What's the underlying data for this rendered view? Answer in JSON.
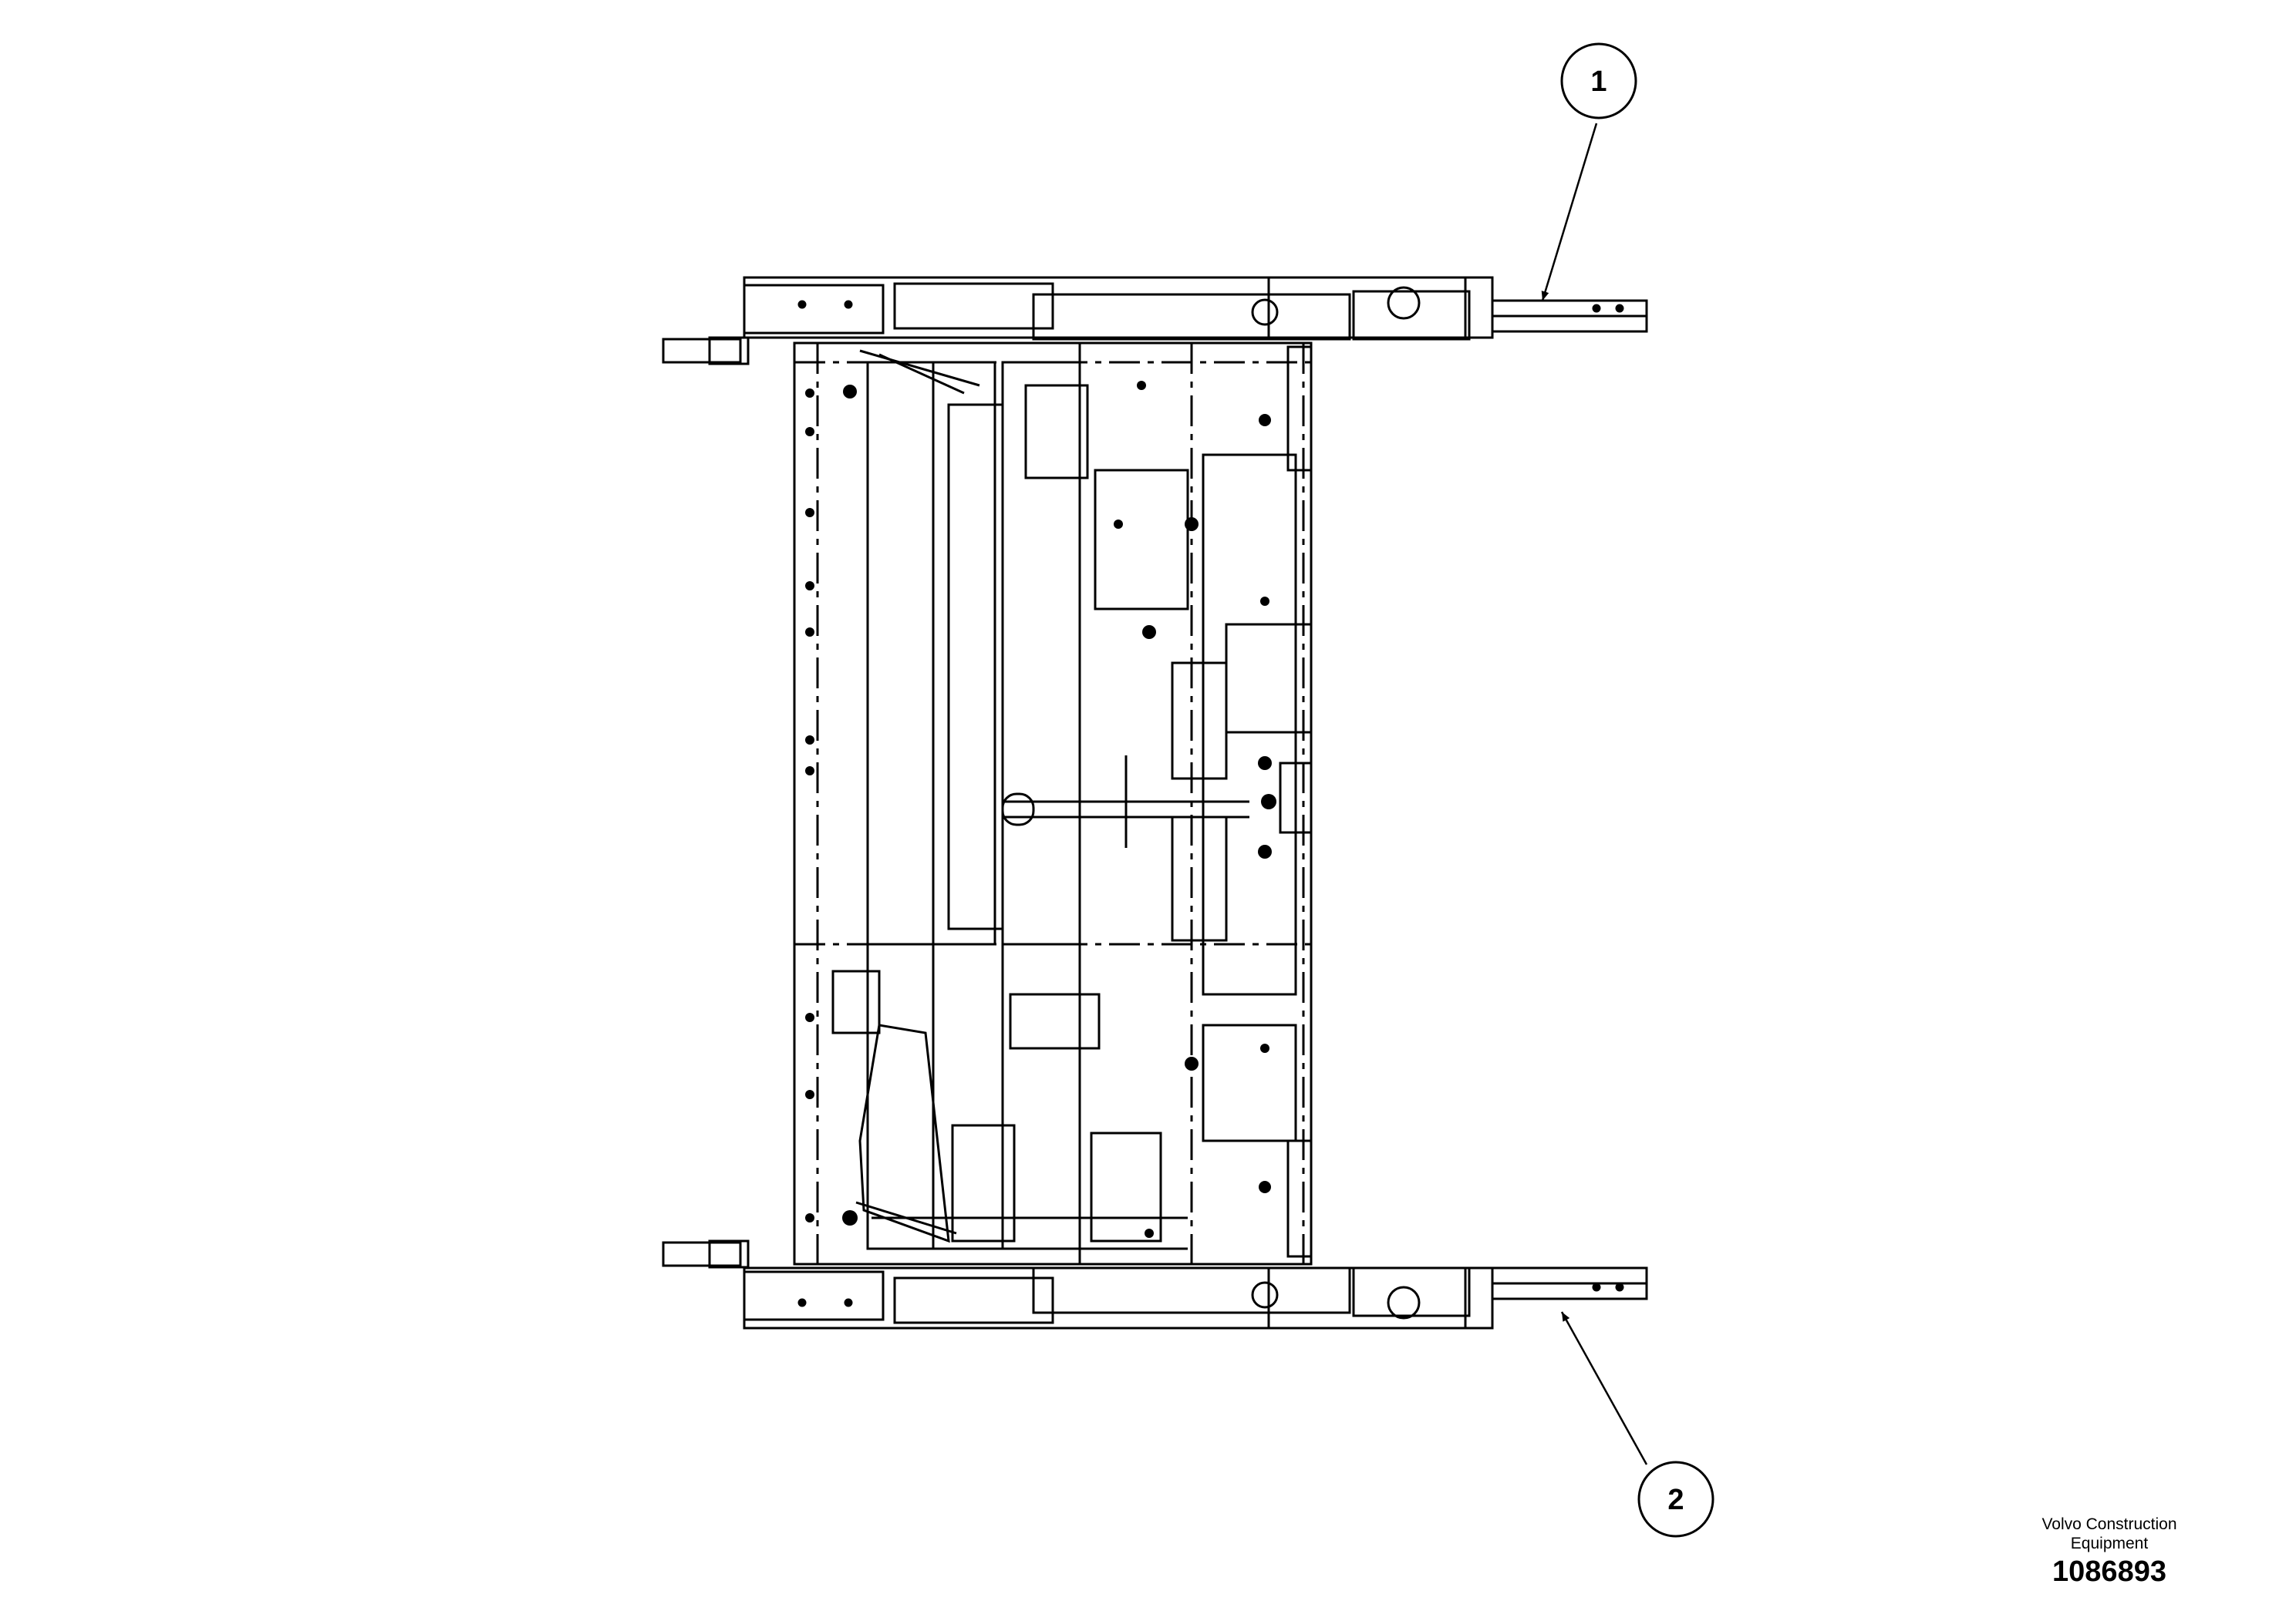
{
  "balloons": [
    {
      "id": "callout-1",
      "label": "1"
    },
    {
      "id": "callout-2",
      "label": "2"
    }
  ],
  "footer": {
    "company_line1": "Volvo Construction",
    "company_line2": "Equipment",
    "document_number": "1086893"
  },
  "colors": {
    "line": "#000000",
    "background": "#ffffff"
  }
}
